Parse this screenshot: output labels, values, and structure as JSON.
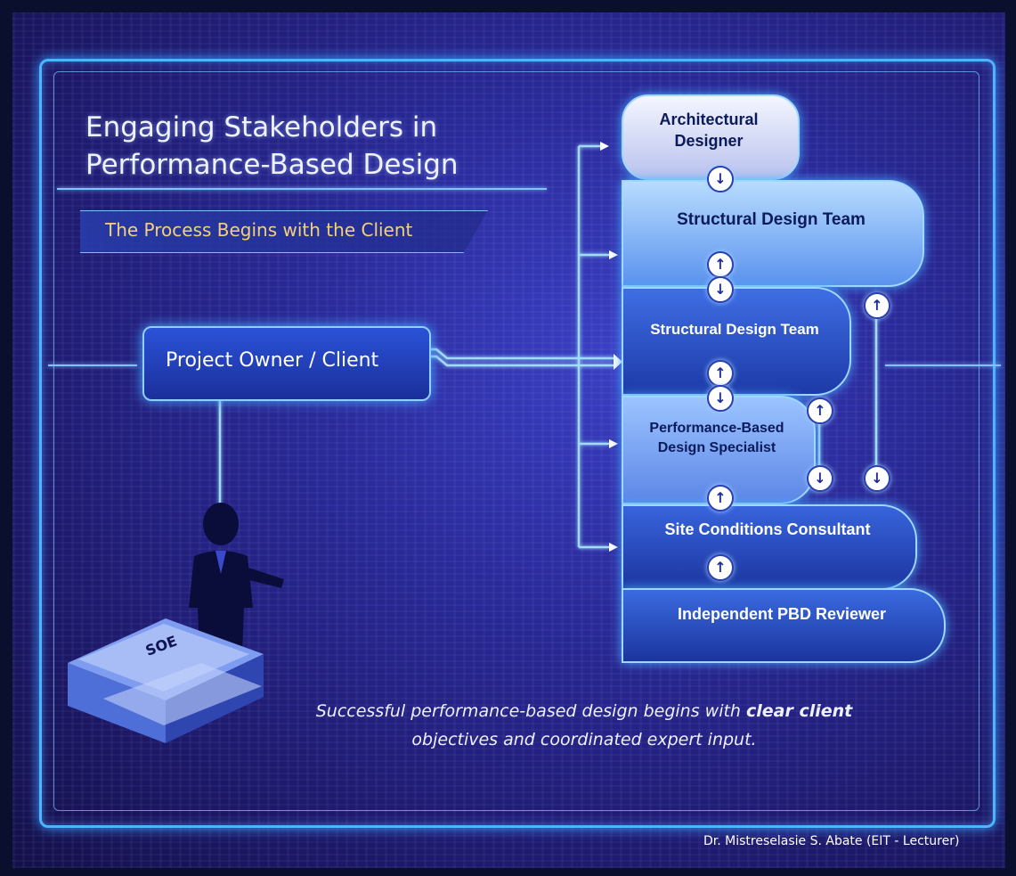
{
  "title": {
    "line1": "Engaging Stakeholders in",
    "line2": "Performance-Based Design"
  },
  "subtitle": "The Process Begins with the Client",
  "client_box": "Project Owner / Client",
  "stakeholders": [
    {
      "label": "Architectural\nDesigner",
      "line1": "Architectural",
      "line2": "Designer"
    },
    {
      "label": "Structural Design Team"
    },
    {
      "label": "Structural Design Team"
    },
    {
      "line1": "Performance-Based",
      "line2": "Design Specialist"
    },
    {
      "label": "Site Conditions Consultant"
    },
    {
      "label": "Independent PBD Reviewer"
    }
  ],
  "caption": {
    "part1": "Successful performance-based design begins with ",
    "bold": "clear client",
    "line2": "objectives and coordinated expert input."
  },
  "credit": "Dr. Mistreselasie S. Abate (EIT - Lecturer)",
  "book_text": "SOE",
  "icons": [
    "arrow-up-icon",
    "arrow-down-icon",
    "person-silhouette-icon",
    "book-stack-icon"
  ],
  "colors": {
    "accent": "#4fb4ff",
    "subtitle": "#f5d07a",
    "background": "#2a2a9a"
  }
}
